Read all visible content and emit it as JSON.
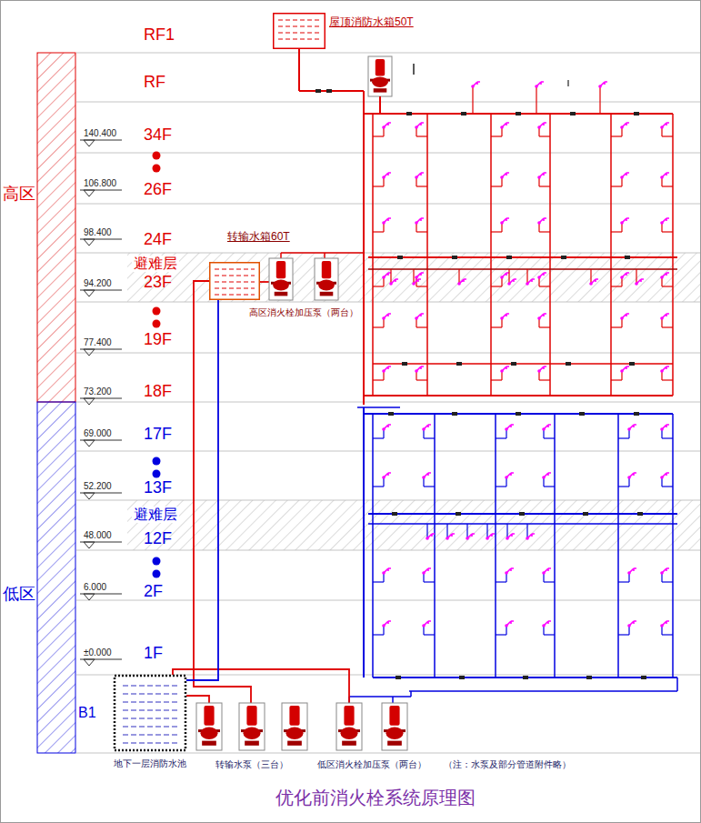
{
  "diagram": {
    "caption": "优化前消火栓系统原理图",
    "nodes": [
      {
        "text": [
          "屋顶消防水箱50T"
        ]
      },
      {
        "text": [
          "转输水箱60T"
        ]
      },
      {
        "text": [
          "高区消火栓加压泵（两台）"
        ]
      },
      {
        "text": [
          "地下一层消防水池"
        ]
      },
      {
        "text": [
          "转输水泵（三台）"
        ]
      },
      {
        "text": [
          "低区消火栓加压泵（两台）"
        ]
      }
    ],
    "edges": [
      {
        "from": 3,
        "to": 4,
        "arrow": "none"
      },
      {
        "from": 4,
        "to": 1,
        "arrow": "none"
      },
      {
        "from": 1,
        "to": 2,
        "arrow": "none"
      },
      {
        "from": 3,
        "to": 5,
        "arrow": "none"
      },
      {
        "from": 1,
        "to": 3,
        "arrow": "none"
      }
    ],
    "labels": [
      "RF1",
      "RF",
      "34F",
      "26F",
      "24F",
      "避难层",
      "23F",
      "19F",
      "18F",
      "17F",
      "13F",
      "避难层",
      "12F",
      "2F",
      "1F",
      "B1",
      "高区",
      "低区",
      "140.400",
      "106.800",
      "98.400",
      "94.200",
      "77.400",
      "73.200",
      "69.000",
      "52.200",
      "48.000",
      "6.000",
      "±0.000",
      "（注：水泵及部分管道附件略）"
    ]
  }
}
